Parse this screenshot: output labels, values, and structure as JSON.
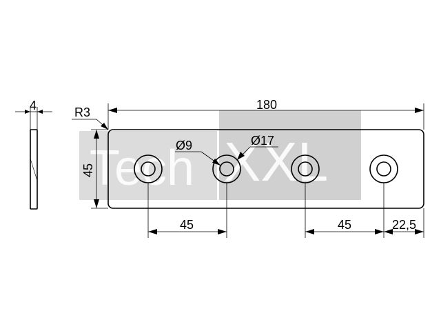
{
  "watermark": {
    "text_left": "Tech",
    "text_right": "XXL",
    "color_light": "#dcdcdc",
    "color_dark": "#d0d0d0"
  },
  "dimensions": {
    "thickness": "4",
    "corner_radius": "R3",
    "overall_length": "180",
    "height": "45",
    "inner_hole_diameter": "Ø9",
    "outer_hole_diameter": "Ø17",
    "hole_spacing_left": "45",
    "hole_spacing_right": "45",
    "edge_distance": "22,5"
  },
  "colors": {
    "line": "#000000",
    "background": "#ffffff"
  }
}
